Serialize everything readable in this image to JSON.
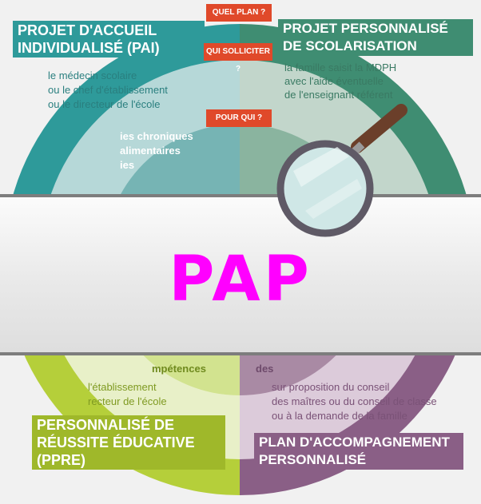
{
  "tags": {
    "quel_plan": "QUEL PLAN ?",
    "qui_solliciter": "QUI SOLLICITER ?",
    "pour_qui": "POUR QUI ?"
  },
  "plans": {
    "pai": "PROJET D'ACCUEIL INDIVIDUALISÉ (PAI)",
    "pps": "PROJET PERSONNALISÉ DE SCOLARISATION",
    "ppre": "PERSONNALISÉ DE RÉUSSITE ÉDUCATIVE (PPRE)",
    "pap": "PLAN D'ACCOMPAGNEMENT PERSONNALISÉ"
  },
  "who_to_ask": {
    "pai": [
      "le médecin scolaire",
      "ou le chef d'établissement",
      "ou le directeur de l'école"
    ],
    "pps": [
      "la famille saisit la MDPH",
      "avec l'aide éventuelle",
      "de l'enseignant référent"
    ],
    "ppre": [
      "l'établissement",
      "recteur de l'école"
    ],
    "pap": [
      "sur proposition du conseil",
      "des maîtres ou du conseil de classe",
      "ou à la demande de la famille"
    ]
  },
  "for_whom": {
    "pai": [
      "ies chroniques",
      "alimentaires",
      "ies"
    ],
    "ppre": [
      "mpétences"
    ],
    "pap": [
      "des"
    ]
  },
  "banner": {
    "title": "PAP"
  },
  "colors": {
    "tag": "#e0492a",
    "pai": "#2e9a9a",
    "pps": "#3f8d72",
    "ppre": "#b5cf3a",
    "pap": "#8a5f86",
    "banner_text": "#ff00ff"
  }
}
